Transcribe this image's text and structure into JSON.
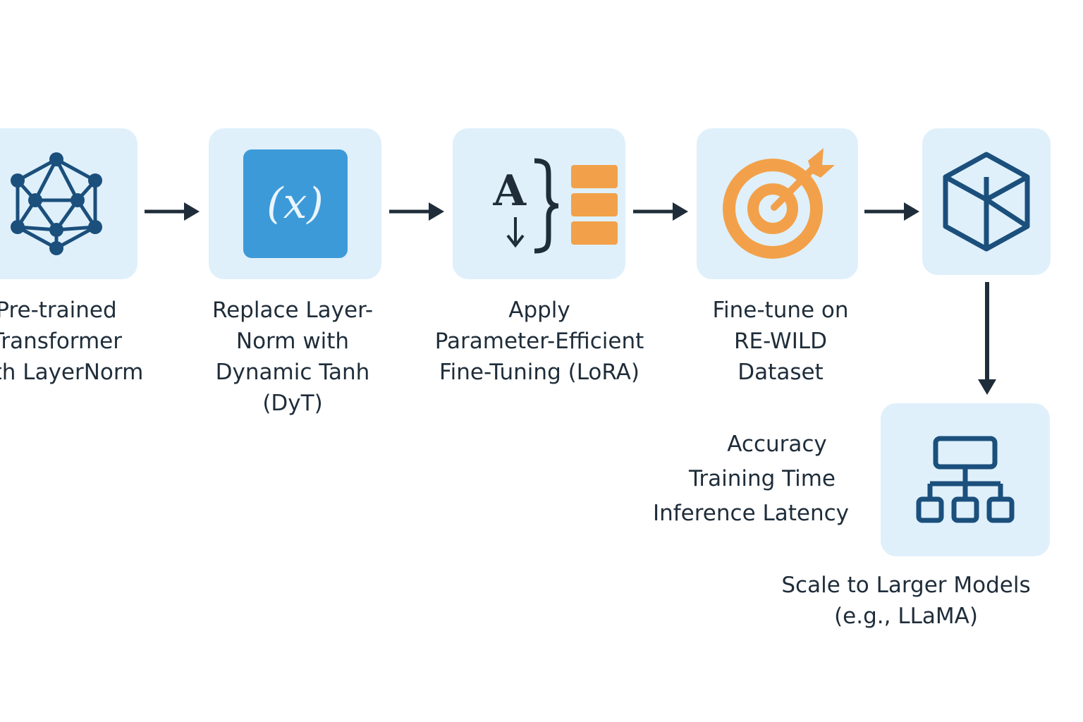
{
  "steps": [
    {
      "lines": [
        "Pre-trained",
        "Transformer",
        "with LayerNorm"
      ],
      "icon": "network-graph-icon"
    },
    {
      "lines": [
        "Replace Layer-",
        "Norm with",
        "Dynamic Tanh",
        "(DyT)"
      ],
      "icon": "function-x-icon",
      "icon_text": "(x)"
    },
    {
      "lines": [
        "Apply",
        "Parameter-Efficient",
        "Fine-Tuning (LoRA)"
      ],
      "icon": "low-rank-matrix-icon",
      "icon_text": "A"
    },
    {
      "lines": [
        "Fine-tune on",
        "RE-WILD",
        "Dataset"
      ],
      "icon": "target-icon"
    },
    {
      "lines": [],
      "icon": "hexagon-cube-icon"
    },
    {
      "lines": [
        "Scale to Larger Models",
        "(e.g., LLaMA)"
      ],
      "icon": "hierarchy-icon"
    }
  ],
  "metrics": [
    "Accuracy",
    "Training Time",
    "Inference Latency"
  ],
  "colors": {
    "tile": "#dff0fb",
    "icon_blue": "#1b4f7c",
    "dyt_box": "#3d9ad8",
    "orange": "#f2a14a",
    "arrow": "#1f2d3a"
  }
}
